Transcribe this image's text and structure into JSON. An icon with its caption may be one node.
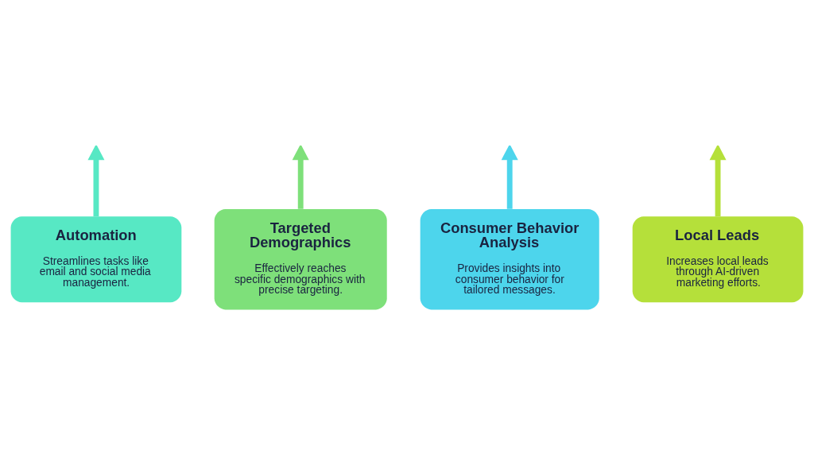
{
  "diagram": {
    "nodes": [
      {
        "text": [
          "Automation",
          "Streamlines tasks like email and social media management."
        ]
      },
      {
        "text": [
          "Targeted Demographics",
          "Effectively reaches specific demographics with precise targeting."
        ]
      },
      {
        "text": [
          "Consumer Behavior Analysis",
          "Provides insights into consumer behavior for tailored messages."
        ]
      },
      {
        "text": [
          "Local Leads",
          "Increases local leads through AI-driven marketing efforts."
        ]
      }
    ],
    "edges": [
      {
        "from": 0,
        "to": null,
        "arrow": "to",
        "color": "#57e8c4"
      },
      {
        "from": 2,
        "to": null,
        "arrow": "to",
        "color": "#4dd5ec"
      },
      {
        "from": 3,
        "to": null,
        "arrow": "to",
        "color": "#b5e03a"
      },
      {
        "from": 1,
        "to": null,
        "arrow": "to",
        "color": "#7ee07a"
      }
    ]
  }
}
